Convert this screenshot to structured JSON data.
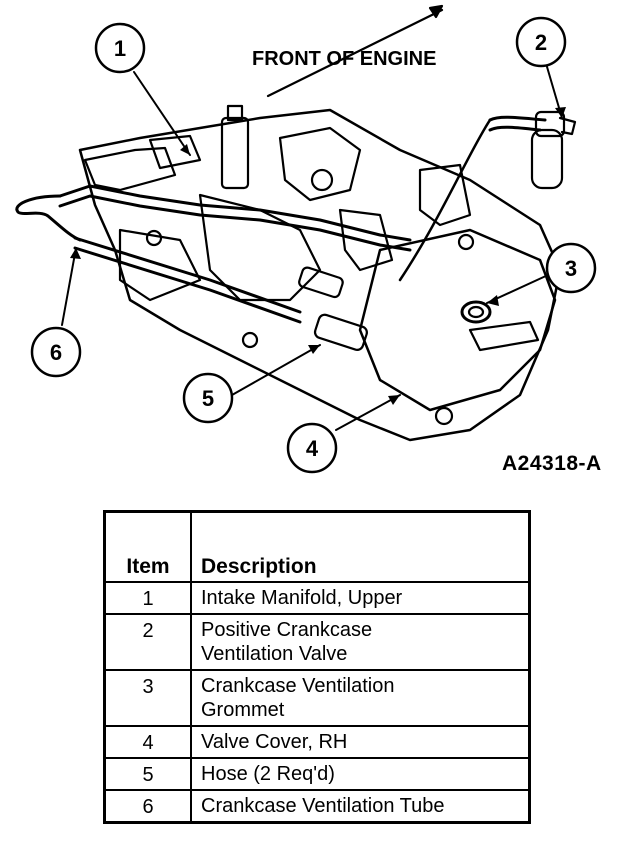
{
  "figure": {
    "direction_label": "FRONT OF ENGINE",
    "figure_id": "A24318-A",
    "callouts": [
      "1",
      "2",
      "3",
      "4",
      "5",
      "6"
    ]
  },
  "table": {
    "headers": {
      "item": "Item",
      "description": "Description"
    },
    "rows": [
      {
        "item": "1",
        "description": [
          "Intake Manifold, Upper"
        ]
      },
      {
        "item": "2",
        "description": [
          "Positive Crankcase",
          "Ventilation Valve"
        ]
      },
      {
        "item": "3",
        "description": [
          "Crankcase Ventilation",
          "Grommet"
        ]
      },
      {
        "item": "4",
        "description": [
          "Valve Cover, RH"
        ]
      },
      {
        "item": "5",
        "description": [
          "Hose (2 Req'd)"
        ]
      },
      {
        "item": "6",
        "description": [
          "Crankcase Ventilation Tube"
        ]
      }
    ]
  }
}
